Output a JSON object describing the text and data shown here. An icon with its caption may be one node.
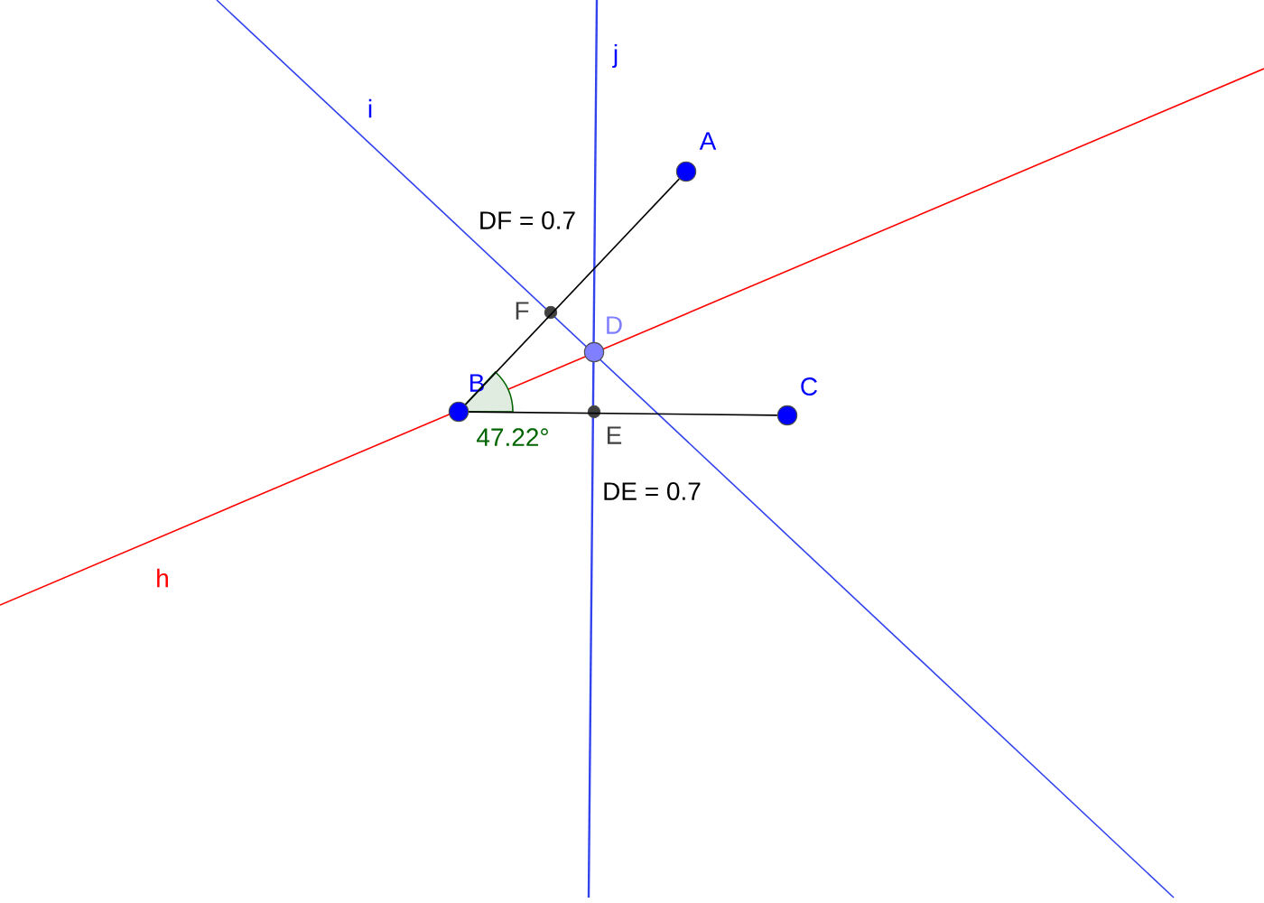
{
  "diagram": {
    "nodes": [
      {
        "text": [
          "A"
        ]
      },
      {
        "text": [
          "B"
        ]
      },
      {
        "text": [
          "C"
        ]
      },
      {
        "text": [
          "D"
        ]
      },
      {
        "text": [
          "E"
        ]
      },
      {
        "text": [
          "F"
        ]
      }
    ],
    "edges": [
      {
        "from": 1,
        "to": 0,
        "arrow": "none"
      },
      {
        "from": 1,
        "to": 2,
        "arrow": "none"
      }
    ],
    "labels": [
      "i",
      "j",
      "DF = 0.7",
      "h",
      "47.22°",
      "DE = 0.7"
    ]
  }
}
